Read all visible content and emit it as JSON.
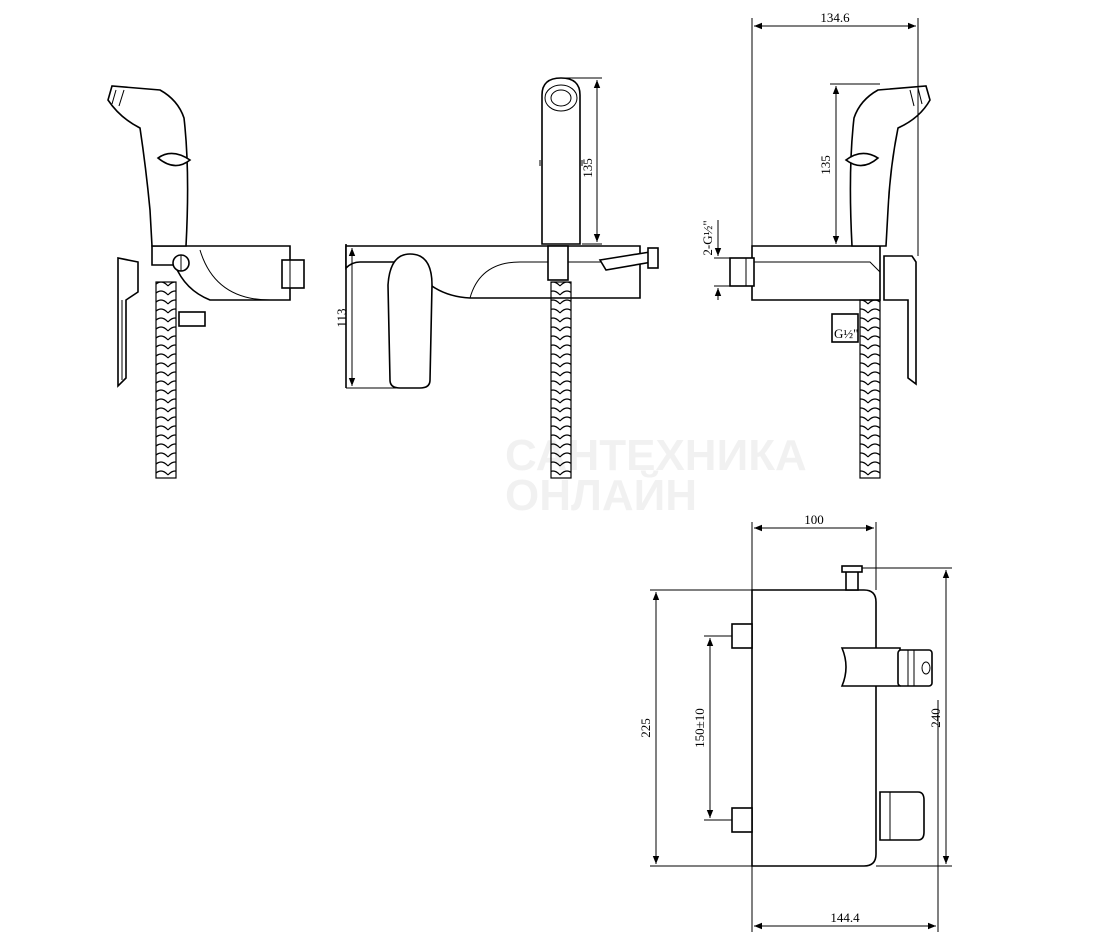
{
  "dimensions": {
    "handset_height_front": "135",
    "body_height": "113",
    "overall_depth": "134.6",
    "handset_height_side": "135",
    "inlet_thread": "2-G½\"",
    "outlet_thread": "G½\"",
    "top_width": "100",
    "overall_height": "225",
    "height_with_knob": "240",
    "inlet_spacing": "150±10",
    "bottom_width": "144.4"
  },
  "watermark": {
    "line1": "САНТЕХНИКА",
    "line2": "ОНЛАЙН"
  }
}
